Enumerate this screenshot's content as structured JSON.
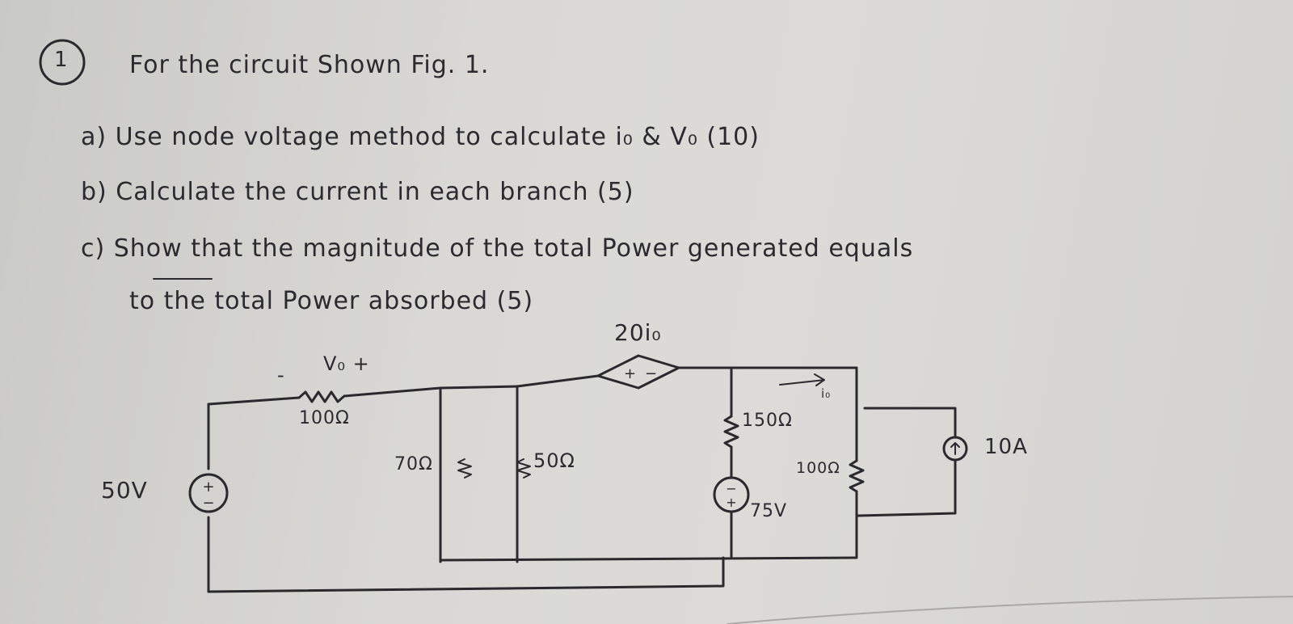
{
  "question": {
    "number": "1",
    "intro": "For the circuit Shown Fig. 1.",
    "part_a": "a) Use node voltage method to calculate i₀ & V₀ (10)",
    "part_b": "b) Calculate the current in each branch (5)",
    "part_c_line1": "c) Show that the magnitude of the total Power generated equals",
    "part_c_line2": "to the total Power absorbed (5)"
  },
  "circuit": {
    "dependent_source_label": "20i₀",
    "vo_minus": "-",
    "vo_label": "V₀ +",
    "r1": "100Ω",
    "r2": "70Ω",
    "r3": "50Ω",
    "r4": "150Ω",
    "io_label": "i₀",
    "r5": "100Ω",
    "source_50v": "50V",
    "source_75v": "75V",
    "current_source": "10A"
  }
}
